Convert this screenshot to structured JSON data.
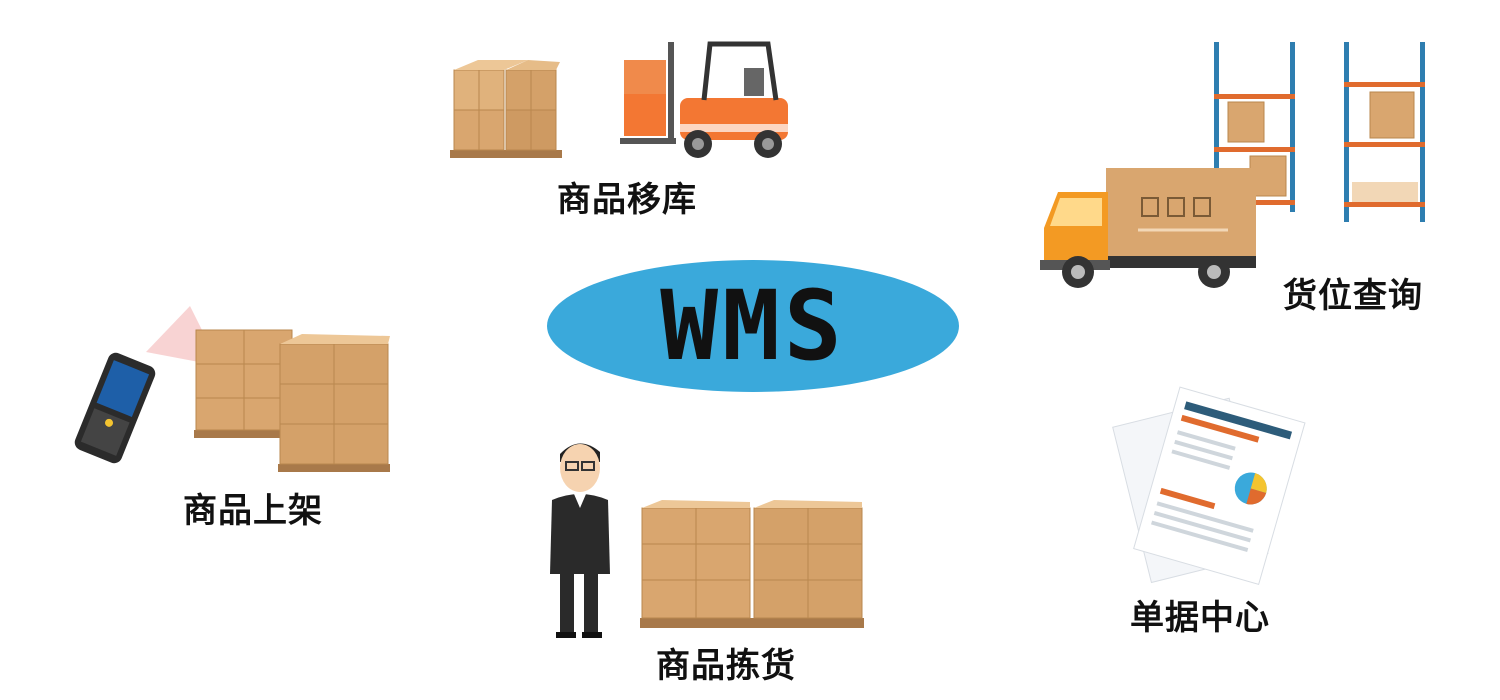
{
  "center": {
    "label": "WMS"
  },
  "modules": [
    {
      "id": "move",
      "label": "商品移库"
    },
    {
      "id": "query",
      "label": "货位查询"
    },
    {
      "id": "shelve",
      "label": "商品上架"
    },
    {
      "id": "pick",
      "label": "商品拣货"
    },
    {
      "id": "docs",
      "label": "单据中心"
    }
  ],
  "colors": {
    "oval": "#3AA9DB",
    "box": "#D9A66F",
    "pallet": "#A8794A",
    "forklift": "#F37733",
    "truck": "#F39A23",
    "rack": "#2E7EB0",
    "text": "#111111"
  }
}
